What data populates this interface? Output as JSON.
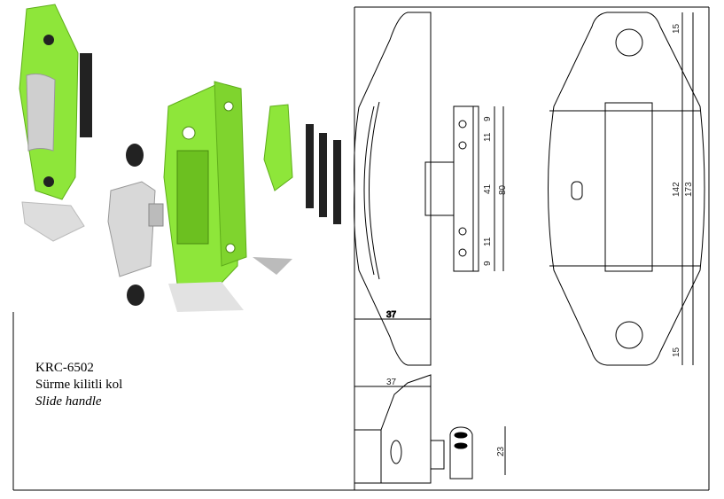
{
  "product": {
    "code": "KRC-6502",
    "name_tr": "Sürme kilitli kol",
    "name_en": "Slide handle"
  },
  "dimensions": {
    "front_width": "37",
    "side_width": "37",
    "top_height": "23",
    "hole_spacing": [
      "9",
      "11",
      "41",
      "11",
      "9"
    ],
    "plate_length": "80",
    "end_offset_top": "15",
    "end_offset_bottom": "15",
    "inner_length": "142",
    "overall_length": "173"
  },
  "colors": {
    "handle_green": "#8ee63a",
    "handle_dark": "#5fae1a",
    "silver": "#c8c8c8",
    "black_parts": "#222222"
  }
}
